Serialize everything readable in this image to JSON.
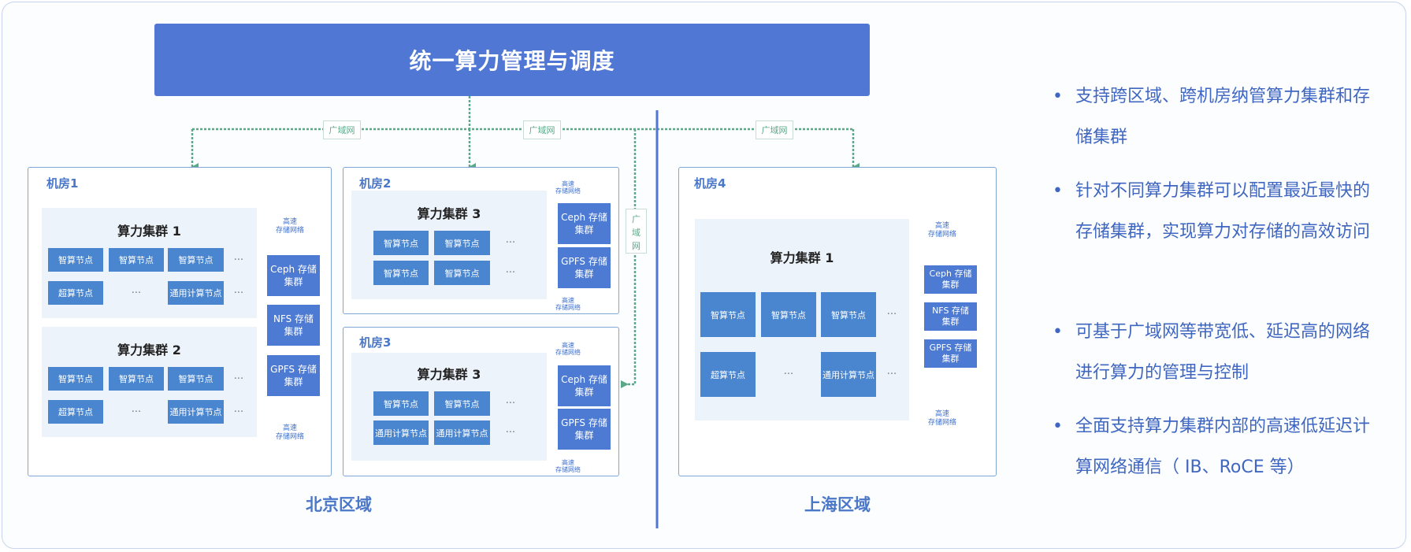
{
  "header": {
    "title": "统一算力管理与调度"
  },
  "wan_label": "广域网",
  "wan_vertical": [
    "广",
    "域",
    "网"
  ],
  "hs_label": "高速\n存储网络",
  "regions": {
    "beijing": "北京区域",
    "shanghai": "上海区域"
  },
  "rooms": [
    {
      "title": "机房1"
    },
    {
      "title": "机房2"
    },
    {
      "title": "机房3"
    },
    {
      "title": "机房4"
    }
  ],
  "clusters": {
    "c1": "算力集群 1",
    "c2": "算力集群 2",
    "c3": "算力集群 3"
  },
  "nodes": {
    "smart": "智算节点",
    "super": "超算节点",
    "general": "通用计算节点",
    "ellipsis": "···"
  },
  "storage": {
    "ceph": "Ceph 存储\n集群",
    "nfs": "NFS 存储\n集群",
    "gpfs": "GPFS 存储\n集群"
  },
  "bullets": [
    {
      "dot": "•",
      "text": "支持跨区域、跨机房纳管算力集群和存储集群"
    },
    {
      "dot": "•",
      "text": "针对不同算力集群可以配置最近最快的存储集群，实现算力对存储的高效访问"
    },
    {
      "dot": "•",
      "text": "可基于广域网等带宽低、延迟高的网络进行算力的管理与控制"
    },
    {
      "dot": "•",
      "text": "全面支持算力集群内部的高速低延迟计算网络通信（ IB、RoCE 等）"
    }
  ],
  "colors": {
    "primary": "#5077d3",
    "node": "#4a86cf",
    "wan_line": "#5aa888",
    "room_border": "#7fa6d6",
    "cluster_bg": "#edf3fb",
    "text_blue": "#3f66c0"
  }
}
